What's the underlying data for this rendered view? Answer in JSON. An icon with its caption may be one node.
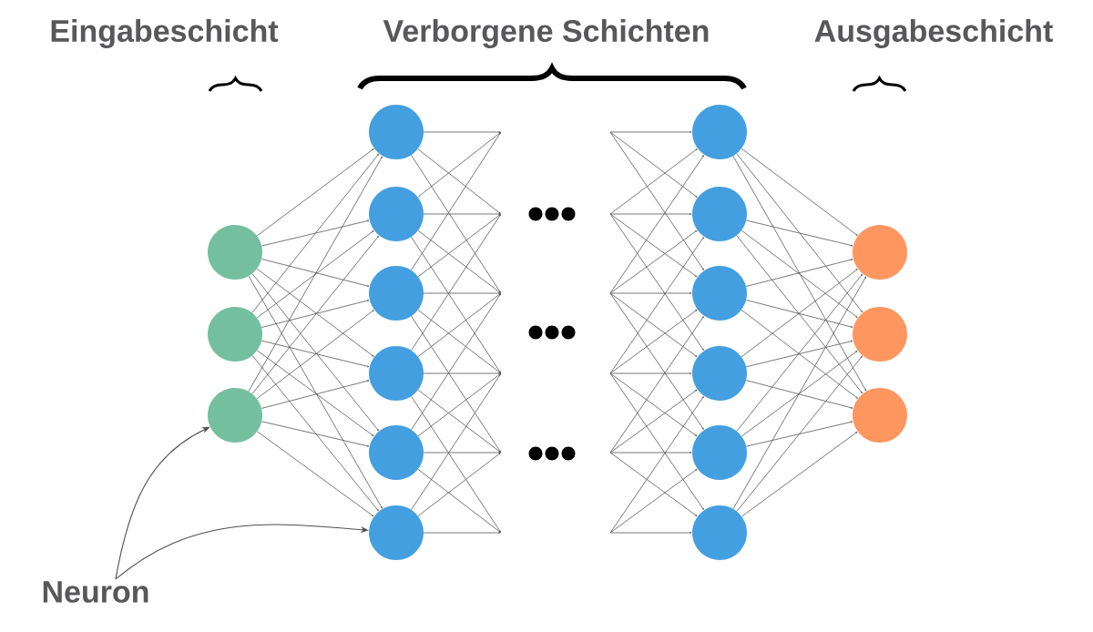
{
  "diagram": {
    "nodes": [
      {
        "text": [],
        "shape": "circle"
      },
      {
        "text": [],
        "shape": "circle"
      },
      {
        "text": [],
        "shape": "circle"
      },
      {
        "text": [],
        "shape": "circle"
      },
      {
        "text": [],
        "shape": "circle"
      },
      {
        "text": [],
        "shape": "circle"
      },
      {
        "text": [],
        "shape": "circle"
      },
      {
        "text": [],
        "shape": "circle"
      },
      {
        "text": [],
        "shape": "circle"
      },
      {
        "text": [],
        "shape": "circle"
      },
      {
        "text": [],
        "shape": "circle"
      },
      {
        "text": [],
        "shape": "circle"
      },
      {
        "text": [],
        "shape": "circle"
      },
      {
        "text": [],
        "shape": "circle"
      },
      {
        "text": [],
        "shape": "circle"
      },
      {
        "text": [],
        "shape": "circle"
      },
      {
        "text": [],
        "shape": "circle"
      },
      {
        "text": [],
        "shape": "circle"
      },
      {
        "text": [
          "Neuron"
        ]
      }
    ],
    "edges": [
      {
        "from": 0,
        "to": 3,
        "arrow": "to"
      },
      {
        "from": 0,
        "to": 4,
        "arrow": "to"
      },
      {
        "from": 0,
        "to": 5,
        "arrow": "to"
      },
      {
        "from": 0,
        "to": 6,
        "arrow": "to"
      },
      {
        "from": 0,
        "to": 7,
        "arrow": "to"
      },
      {
        "from": 0,
        "to": 8,
        "arrow": "to"
      },
      {
        "from": 1,
        "to": 3,
        "arrow": "to"
      },
      {
        "from": 1,
        "to": 4,
        "arrow": "to"
      },
      {
        "from": 1,
        "to": 5,
        "arrow": "to"
      },
      {
        "from": 1,
        "to": 6,
        "arrow": "to"
      },
      {
        "from": 1,
        "to": 7,
        "arrow": "to"
      },
      {
        "from": 1,
        "to": 8,
        "arrow": "to"
      },
      {
        "from": 2,
        "to": 3,
        "arrow": "to"
      },
      {
        "from": 2,
        "to": 4,
        "arrow": "to"
      },
      {
        "from": 2,
        "to": 5,
        "arrow": "to"
      },
      {
        "from": 2,
        "to": 6,
        "arrow": "to"
      },
      {
        "from": 2,
        "to": 7,
        "arrow": "to"
      },
      {
        "from": 2,
        "to": 8,
        "arrow": "to"
      },
      {
        "from": 3,
        "to": null,
        "arrow": "to"
      },
      {
        "from": 3,
        "to": null,
        "arrow": "to"
      },
      {
        "from": 3,
        "to": null,
        "arrow": "to"
      },
      {
        "from": 4,
        "to": null,
        "arrow": "to"
      },
      {
        "from": 4,
        "to": null,
        "arrow": "to"
      },
      {
        "from": 4,
        "to": null,
        "arrow": "to"
      },
      {
        "from": 4,
        "to": null,
        "arrow": "to"
      },
      {
        "from": 5,
        "to": null,
        "arrow": "to"
      },
      {
        "from": 5,
        "to": null,
        "arrow": "to"
      },
      {
        "from": 5,
        "to": null,
        "arrow": "to"
      },
      {
        "from": 5,
        "to": null,
        "arrow": "to"
      },
      {
        "from": 5,
        "to": null,
        "arrow": "to"
      },
      {
        "from": 6,
        "to": null,
        "arrow": "to"
      },
      {
        "from": 6,
        "to": null,
        "arrow": "to"
      },
      {
        "from": 6,
        "to": null,
        "arrow": "to"
      },
      {
        "from": 6,
        "to": null,
        "arrow": "to"
      },
      {
        "from": 6,
        "to": null,
        "arrow": "to"
      },
      {
        "from": 7,
        "to": null,
        "arrow": "to"
      },
      {
        "from": 7,
        "to": null,
        "arrow": "to"
      },
      {
        "from": 7,
        "to": null,
        "arrow": "to"
      },
      {
        "from": 7,
        "to": null,
        "arrow": "to"
      },
      {
        "from": 8,
        "to": null,
        "arrow": "to"
      },
      {
        "from": 8,
        "to": null,
        "arrow": "to"
      },
      {
        "from": 8,
        "to": null,
        "arrow": "to"
      },
      {
        "from": null,
        "to": 9,
        "arrow": "to"
      },
      {
        "from": null,
        "to": 9,
        "arrow": "to"
      },
      {
        "from": null,
        "to": 9,
        "arrow": "to"
      },
      {
        "from": null,
        "to": 10,
        "arrow": "to"
      },
      {
        "from": null,
        "to": 10,
        "arrow": "to"
      },
      {
        "from": null,
        "to": 10,
        "arrow": "to"
      },
      {
        "from": null,
        "to": 10,
        "arrow": "to"
      },
      {
        "from": null,
        "to": 11,
        "arrow": "to"
      },
      {
        "from": null,
        "to": 11,
        "arrow": "to"
      },
      {
        "from": null,
        "to": 11,
        "arrow": "to"
      },
      {
        "from": null,
        "to": 11,
        "arrow": "to"
      },
      {
        "from": null,
        "to": 11,
        "arrow": "to"
      },
      {
        "from": null,
        "to": 12,
        "arrow": "to"
      },
      {
        "from": null,
        "to": 12,
        "arrow": "to"
      },
      {
        "from": null,
        "to": 12,
        "arrow": "to"
      },
      {
        "from": null,
        "to": 12,
        "arrow": "to"
      },
      {
        "from": null,
        "to": 12,
        "arrow": "to"
      },
      {
        "from": null,
        "to": 13,
        "arrow": "to"
      },
      {
        "from": null,
        "to": 13,
        "arrow": "to"
      },
      {
        "from": null,
        "to": 13,
        "arrow": "to"
      },
      {
        "from": null,
        "to": 13,
        "arrow": "to"
      },
      {
        "from": null,
        "to": 14,
        "arrow": "to"
      },
      {
        "from": null,
        "to": 14,
        "arrow": "to"
      },
      {
        "from": null,
        "to": 14,
        "arrow": "to"
      },
      {
        "from": 9,
        "to": 15,
        "arrow": "to"
      },
      {
        "from": 9,
        "to": 16,
        "arrow": "to"
      },
      {
        "from": 9,
        "to": 17,
        "arrow": "to"
      },
      {
        "from": 10,
        "to": 15,
        "arrow": "to"
      },
      {
        "from": 10,
        "to": 16,
        "arrow": "to"
      },
      {
        "from": 10,
        "to": 17,
        "arrow": "to"
      },
      {
        "from": 11,
        "to": 15,
        "arrow": "to"
      },
      {
        "from": 11,
        "to": 16,
        "arrow": "to"
      },
      {
        "from": 11,
        "to": 17,
        "arrow": "to"
      },
      {
        "from": 12,
        "to": 15,
        "arrow": "to"
      },
      {
        "from": 12,
        "to": 16,
        "arrow": "to"
      },
      {
        "from": 12,
        "to": 17,
        "arrow": "to"
      },
      {
        "from": 13,
        "to": 15,
        "arrow": "to"
      },
      {
        "from": 13,
        "to": 16,
        "arrow": "to"
      },
      {
        "from": 13,
        "to": 17,
        "arrow": "to"
      },
      {
        "from": 14,
        "to": 15,
        "arrow": "to"
      },
      {
        "from": 14,
        "to": 16,
        "arrow": "to"
      },
      {
        "from": 14,
        "to": 17,
        "arrow": "to"
      },
      {
        "from": 18,
        "to": 2,
        "arrow": "to"
      },
      {
        "from": 18,
        "to": 8,
        "arrow": "to"
      }
    ],
    "labels": [
      "Eingabeschicht",
      "Verborgene Schichten",
      "Ausgabeschicht"
    ]
  }
}
